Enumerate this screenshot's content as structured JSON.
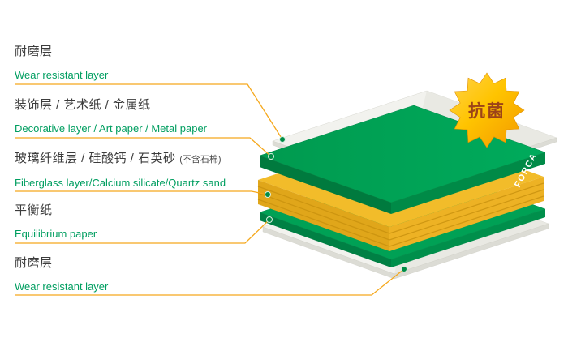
{
  "badge": {
    "label": "抗菌"
  },
  "brand": {
    "label": "FORCA"
  },
  "labels": [
    {
      "zh": "耐磨层",
      "en": "Wear resistant layer"
    },
    {
      "zh": "装饰层 / 艺术纸 / 金属纸",
      "en": "Decorative layer / Art paper / Metal paper"
    },
    {
      "zh": "玻璃纤维层 / 硅酸钙 / 石英砂",
      "zh_note": "(不含石棉)",
      "en": "Fiberglass layer/Calcium silicate/Quartz sand"
    },
    {
      "zh": "平衡纸",
      "en": "Equilibrium paper"
    },
    {
      "zh": "耐磨层",
      "en": "Wear resistant layer"
    }
  ],
  "colors": {
    "label_zh": "#3c3c3c",
    "label_en": "#009e60",
    "leader_line": "#f5a81c",
    "leader_dot": "#008c46",
    "layer_green": "#00a155",
    "layer_green_side": "#007a3e",
    "layer_yellow": "#eeb123",
    "layer_yellow_dark": "#c9920f",
    "layer_white": "#f2f2ee",
    "badge_gradient_from": "#ffcc00",
    "badge_gradient_to": "#f39800",
    "badge_text": "#9c4418"
  }
}
